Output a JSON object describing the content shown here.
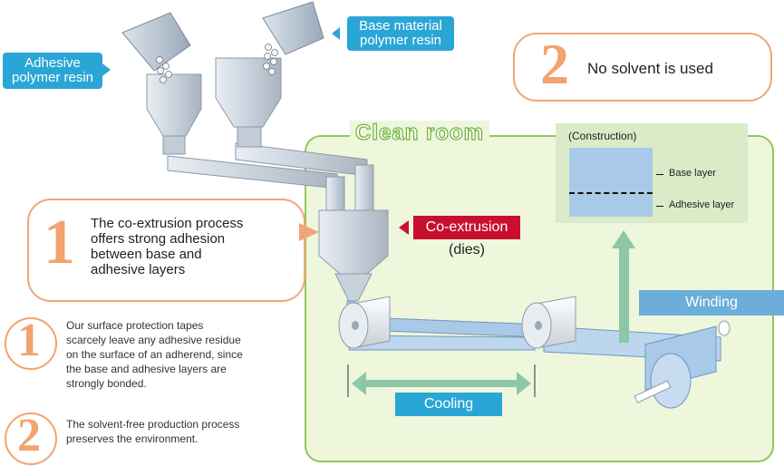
{
  "labels": {
    "adhesive_resin": [
      "Adhesive",
      "polymer resin"
    ],
    "base_resin": [
      "Base material",
      "polymer resin"
    ],
    "clean_room": "Clean room",
    "co_extrusion": "Co-extrusion",
    "dies": "(dies)",
    "cooling": "Cooling",
    "winding": "Winding"
  },
  "callout_solvent": {
    "number": "2",
    "text": "No solvent is used"
  },
  "callout_coextrusion": {
    "number": "1",
    "lines": [
      "The co-extrusion process",
      "offers strong adhesion",
      "between base and",
      "adhesive layers"
    ]
  },
  "construction": {
    "title": "(Construction)",
    "base_layer": "Base layer",
    "adhesive_layer": "Adhesive layer"
  },
  "notes": [
    {
      "number": "1",
      "lines": [
        "Our surface protection tapes",
        "scarcely leave any adhesive residue",
        "on the surface of an adherend, since",
        "the base and adhesive layers are",
        "strongly bonded."
      ]
    },
    {
      "number": "2",
      "lines": [
        "The solvent-free production process",
        "preserves the environment."
      ]
    }
  ],
  "colors": {
    "accent_blue": "#2aa6d6",
    "accent_orange": "#f2a36e",
    "clean_room_fill": "#eef6dc",
    "clean_room_border": "#93c55a",
    "co_extrusion_red": "#c8102e",
    "film_blue": "#a9c9e8"
  }
}
